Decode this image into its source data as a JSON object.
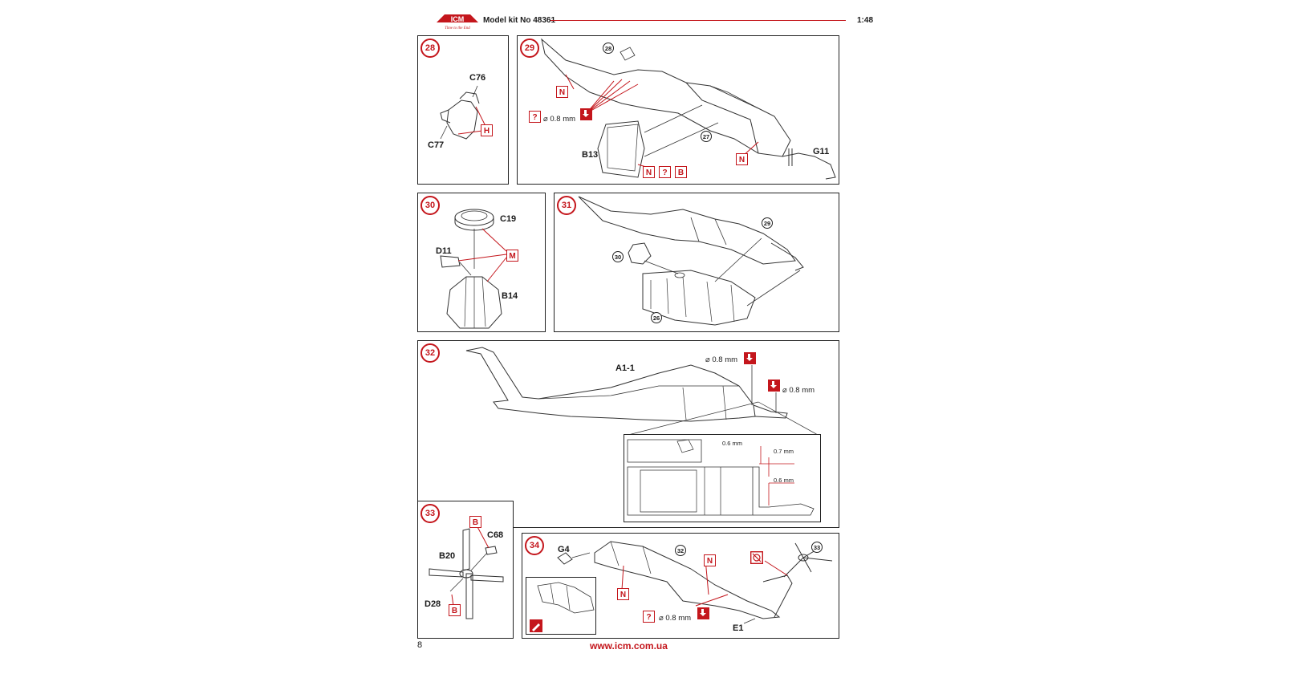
{
  "header": {
    "logo_text": "ICM",
    "logo_tagline": "Time to the End",
    "kit_label": "Model kit No 48361",
    "scale": "1:48"
  },
  "colors": {
    "accent": "#c4161c",
    "line": "#222222"
  },
  "steps": {
    "s28": {
      "number": "28",
      "parts": [
        "C76",
        "C77"
      ],
      "paint": "H"
    },
    "s29": {
      "number": "29",
      "ref": "28",
      "ref2": "27",
      "parts": [
        "B13",
        "G11"
      ],
      "paint_n": "N",
      "unknown": "?",
      "paint_b": "B",
      "drill": "⌀ 0.8 mm"
    },
    "s30": {
      "number": "30",
      "parts": [
        "C19",
        "D11",
        "B14"
      ],
      "paint": "M"
    },
    "s31": {
      "number": "31",
      "refs": [
        "29",
        "30",
        "26"
      ]
    },
    "s32": {
      "number": "32",
      "part": "A1-1",
      "drill_a": "⌀ 0.8 mm",
      "drill_b": "⌀ 0.8 mm",
      "dims": [
        "0.6 mm",
        "0.7 mm",
        "0.6 mm"
      ]
    },
    "s33": {
      "number": "33",
      "parts": [
        "C68",
        "B20",
        "D28"
      ],
      "paint": "B"
    },
    "s34": {
      "number": "34",
      "parts": [
        "G4",
        "E1"
      ],
      "refs": [
        "32",
        "33"
      ],
      "paint": "N",
      "unknown": "?",
      "drill": "⌀ 0.8 mm"
    }
  },
  "footer": {
    "page": "8",
    "url": "www.icm.com.ua"
  }
}
